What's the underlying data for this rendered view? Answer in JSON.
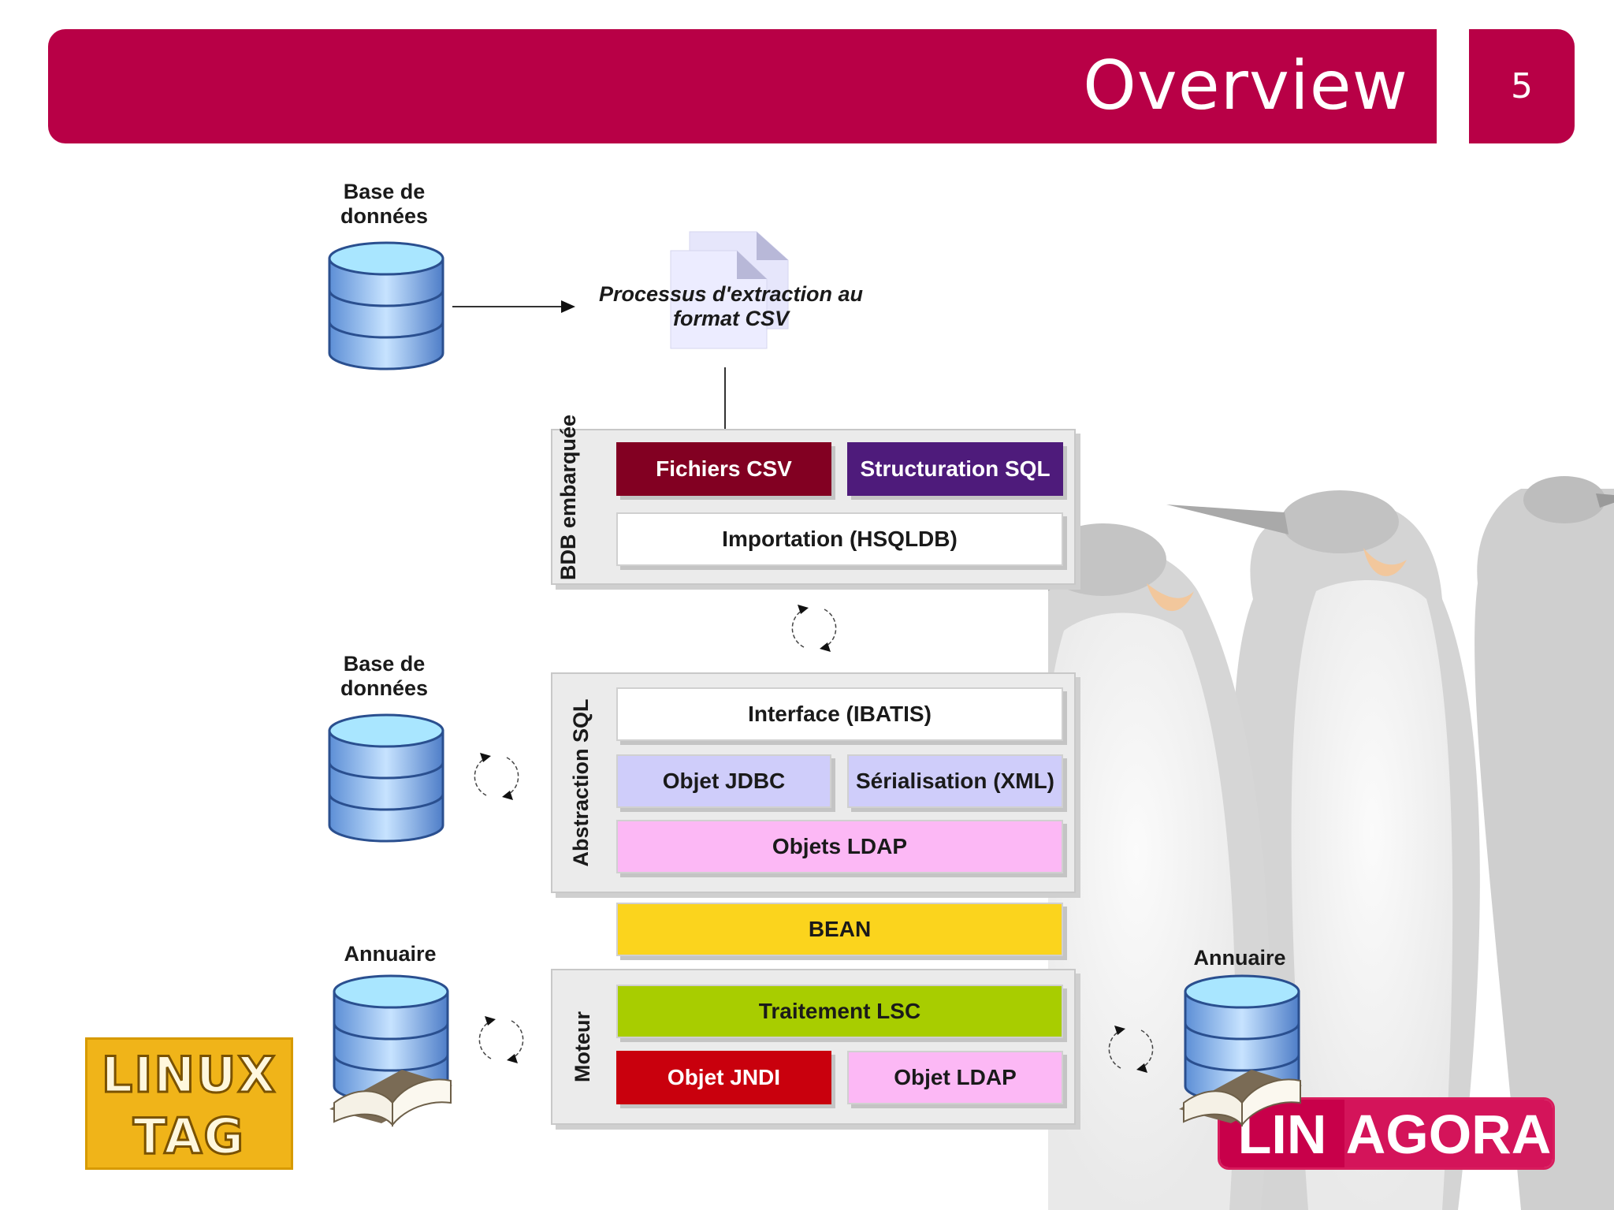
{
  "header": {
    "title": "Overview",
    "page_number": "5"
  },
  "labels": {
    "db_top": "Base de données",
    "db_mid": "Base de données",
    "directory_left": "Annuaire",
    "directory_right": "Annuaire",
    "extraction": "Processus d'extraction au format CSV"
  },
  "groups": {
    "bdb": "BDB embarquée",
    "abstraction": "Abstraction SQL",
    "engine": "Moteur"
  },
  "blocks": {
    "csv_files": "Fichiers CSV",
    "sql_structuring": "Structuration SQL",
    "import": "Importation (HSQLDB)",
    "interface": "Interface (IBATIS)",
    "jdbc_object": "Objet JDBC",
    "serialization": "Sérialisation (XML)",
    "ldap_objects": "Objets LDAP",
    "bean": "BEAN",
    "lsc_processing": "Traitement LSC",
    "jndi_object": "Objet JNDI",
    "ldap_object": "Objet LDAP"
  },
  "logos": {
    "linux_tag_1": "LINUX",
    "linux_tag_2": "TAG",
    "linagora_1": "LIN",
    "linagora_2": "AGORA"
  },
  "colors": {
    "brand": "#b80046",
    "csv_files": "#820022",
    "sql_structuring": "#4e1b7b",
    "lavender": "#cfcdfa",
    "pink": "#fcb8f5",
    "bean": "#fbd41d",
    "lsc": "#a8cd00",
    "jndi": "#c9000d"
  },
  "icons": [
    "database-icon",
    "document-icon",
    "sync-arrows-icon",
    "book-icon",
    "penguin-illustration"
  ]
}
